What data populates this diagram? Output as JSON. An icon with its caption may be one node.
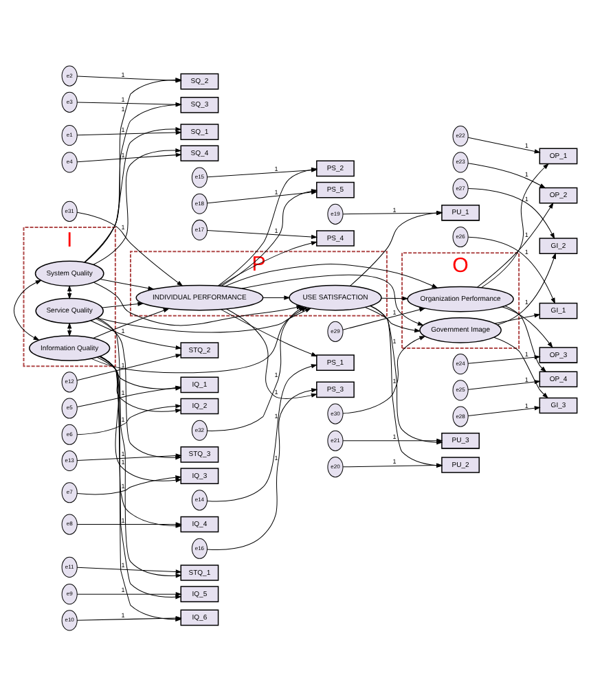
{
  "diagram": {
    "nodes": [
      {
        "text": [
          "I"
        ]
      },
      {
        "text": [
          "P"
        ]
      },
      {
        "text": [
          "O"
        ]
      },
      {
        "text": [
          "System Quality"
        ],
        "in": 0
      },
      {
        "text": [
          "Information Quality"
        ],
        "in": 0
      },
      {
        "text": [
          "Service Quality"
        ],
        "in": 0
      },
      {
        "text": [
          "INDIVIDUAL PERFORMANCE"
        ],
        "in": 1
      },
      {
        "text": [
          "USE SATISFACTION"
        ],
        "in": 1
      },
      {
        "text": [
          "Organization Performance"
        ],
        "in": 2
      },
      {
        "text": [
          "Government Image"
        ],
        "in": 2
      },
      {
        "text": [
          "SQ_1"
        ]
      },
      {
        "text": [
          "SQ_2"
        ]
      },
      {
        "text": [
          "SQ_3"
        ]
      },
      {
        "text": [
          "SQ_4"
        ]
      },
      {
        "text": [
          "IQ_1"
        ]
      },
      {
        "text": [
          "IQ_2"
        ]
      },
      {
        "text": [
          "IQ_3"
        ]
      },
      {
        "text": [
          "IQ_4"
        ]
      },
      {
        "text": [
          "IQ_5"
        ]
      },
      {
        "text": [
          "IQ_6"
        ]
      },
      {
        "text": [
          "STQ_1"
        ]
      },
      {
        "text": [
          "STQ_2"
        ]
      },
      {
        "text": [
          "STQ_3"
        ]
      },
      {
        "text": [
          "PS_1"
        ]
      },
      {
        "text": [
          "PS_2"
        ]
      },
      {
        "text": [
          "PS_3"
        ]
      },
      {
        "text": [
          "PS_4"
        ]
      },
      {
        "text": [
          "PS_5"
        ]
      },
      {
        "text": [
          "PU_1"
        ]
      },
      {
        "text": [
          "PU_2"
        ]
      },
      {
        "text": [
          "PU_3"
        ]
      },
      {
        "text": [
          "OP_1"
        ]
      },
      {
        "text": [
          "OP_2"
        ]
      },
      {
        "text": [
          "OP_3"
        ]
      },
      {
        "text": [
          "OP_4"
        ]
      },
      {
        "text": [
          "GI_1"
        ]
      },
      {
        "text": [
          "GI_2"
        ]
      },
      {
        "text": [
          "GI_3"
        ]
      },
      {
        "text": [
          "e1"
        ]
      },
      {
        "text": [
          "e2"
        ]
      },
      {
        "text": [
          "e3"
        ]
      },
      {
        "text": [
          "e4"
        ]
      },
      {
        "text": [
          "e5"
        ]
      },
      {
        "text": [
          "e6"
        ]
      },
      {
        "text": [
          "e7"
        ]
      },
      {
        "text": [
          "e8"
        ]
      },
      {
        "text": [
          "e9"
        ]
      },
      {
        "text": [
          "e10"
        ]
      },
      {
        "text": [
          "e11"
        ]
      },
      {
        "text": [
          "e12"
        ]
      },
      {
        "text": [
          "e13"
        ]
      },
      {
        "text": [
          "e14"
        ]
      },
      {
        "text": [
          "e15"
        ]
      },
      {
        "text": [
          "e16"
        ]
      },
      {
        "text": [
          "e17"
        ]
      },
      {
        "text": [
          "e18"
        ]
      },
      {
        "text": [
          "e19"
        ]
      },
      {
        "text": [
          "e20"
        ]
      },
      {
        "text": [
          "e21"
        ]
      },
      {
        "text": [
          "e22"
        ]
      },
      {
        "text": [
          "e23"
        ]
      },
      {
        "text": [
          "e24"
        ]
      },
      {
        "text": [
          "e25"
        ]
      },
      {
        "text": [
          "e26"
        ]
      },
      {
        "text": [
          "e27"
        ]
      },
      {
        "text": [
          "e28"
        ]
      },
      {
        "text": [
          "e29"
        ]
      },
      {
        "text": [
          "e30"
        ]
      },
      {
        "text": [
          "e31"
        ]
      },
      {
        "text": [
          "e32"
        ]
      }
    ],
    "edges": [
      {
        "from": 38,
        "to": 10,
        "arrow": "to",
        "label": "1"
      },
      {
        "from": 39,
        "to": 11,
        "arrow": "to",
        "label": "1"
      },
      {
        "from": 40,
        "to": 12,
        "arrow": "to",
        "label": "1"
      },
      {
        "from": 41,
        "to": 13,
        "arrow": "to",
        "label": "1"
      },
      {
        "from": 42,
        "to": 14,
        "arrow": "to",
        "label": "1"
      },
      {
        "from": 43,
        "to": 15,
        "arrow": "to",
        "label": "1"
      },
      {
        "from": 44,
        "to": 16,
        "arrow": "to",
        "label": "1"
      },
      {
        "from": 45,
        "to": 17,
        "arrow": "to",
        "label": "1"
      },
      {
        "from": 46,
        "to": 18,
        "arrow": "to",
        "label": "1"
      },
      {
        "from": 47,
        "to": 19,
        "arrow": "to",
        "label": "1"
      },
      {
        "from": 48,
        "to": 20,
        "arrow": "to",
        "label": "1"
      },
      {
        "from": 49,
        "to": 21,
        "arrow": "to",
        "label": "1"
      },
      {
        "from": 50,
        "to": 22,
        "arrow": "to",
        "label": "1"
      },
      {
        "from": 3,
        "to": 10,
        "arrow": "to"
      },
      {
        "from": 3,
        "to": 11,
        "arrow": "to",
        "label": "1"
      },
      {
        "from": 3,
        "to": 12,
        "arrow": "to"
      },
      {
        "from": 3,
        "to": 13,
        "arrow": "to"
      },
      {
        "from": 4,
        "to": 14,
        "arrow": "to"
      },
      {
        "from": 4,
        "to": 15,
        "arrow": "to"
      },
      {
        "from": 4,
        "to": 16,
        "arrow": "to",
        "label": "1"
      },
      {
        "from": 4,
        "to": 17,
        "arrow": "to"
      },
      {
        "from": 4,
        "to": 18,
        "arrow": "to"
      },
      {
        "from": 4,
        "to": 19,
        "arrow": "to"
      },
      {
        "from": 5,
        "to": 20,
        "arrow": "to"
      },
      {
        "from": 5,
        "to": 21,
        "arrow": "to",
        "label": "1"
      },
      {
        "from": 5,
        "to": 22,
        "arrow": "to"
      },
      {
        "from": 3,
        "to": 4,
        "arrow": "both"
      },
      {
        "from": 4,
        "to": 5,
        "arrow": "both"
      },
      {
        "from": 3,
        "to": 5,
        "arrow": "both"
      },
      {
        "from": 3,
        "to": 6,
        "arrow": "to"
      },
      {
        "from": 3,
        "to": 7,
        "arrow": "to"
      },
      {
        "from": 4,
        "to": 6,
        "arrow": "to"
      },
      {
        "from": 4,
        "to": 7,
        "arrow": "to"
      },
      {
        "from": 5,
        "to": 6,
        "arrow": "to"
      },
      {
        "from": 5,
        "to": 7,
        "arrow": "to"
      },
      {
        "from": 6,
        "to": 7,
        "arrow": "to"
      },
      {
        "from": 51,
        "to": 23,
        "arrow": "to",
        "label": "1"
      },
      {
        "from": 52,
        "to": 24,
        "arrow": "to",
        "label": "1"
      },
      {
        "from": 53,
        "to": 25,
        "arrow": "to",
        "label": "1"
      },
      {
        "from": 54,
        "to": 26,
        "arrow": "to",
        "label": "1"
      },
      {
        "from": 55,
        "to": 27,
        "arrow": "to",
        "label": "1"
      },
      {
        "from": 6,
        "to": 23,
        "arrow": "to"
      },
      {
        "from": 6,
        "to": 24,
        "arrow": "to"
      },
      {
        "from": 6,
        "to": 25,
        "arrow": "to",
        "label": "1"
      },
      {
        "from": 6,
        "to": 26,
        "arrow": "to"
      },
      {
        "from": 6,
        "to": 27,
        "arrow": "to"
      },
      {
        "from": 68,
        "to": 6,
        "arrow": "to",
        "label": "1"
      },
      {
        "from": 69,
        "to": 7,
        "arrow": "to",
        "label": "1"
      },
      {
        "from": 7,
        "to": 28,
        "arrow": "to"
      },
      {
        "from": 7,
        "to": 29,
        "arrow": "to"
      },
      {
        "from": 7,
        "to": 30,
        "arrow": "to",
        "label": "1"
      },
      {
        "from": 56,
        "to": 28,
        "arrow": "to",
        "label": "1"
      },
      {
        "from": 57,
        "to": 29,
        "arrow": "to",
        "label": "1"
      },
      {
        "from": 58,
        "to": 30,
        "arrow": "to",
        "label": "1"
      },
      {
        "from": 6,
        "to": 8,
        "arrow": "to"
      },
      {
        "from": 6,
        "to": 9,
        "arrow": "to"
      },
      {
        "from": 7,
        "to": 8,
        "arrow": "to"
      },
      {
        "from": 7,
        "to": 9,
        "arrow": "to"
      },
      {
        "from": 66,
        "to": 8,
        "arrow": "to",
        "label": "1"
      },
      {
        "from": 67,
        "to": 9,
        "arrow": "to",
        "label": "1"
      },
      {
        "from": 8,
        "to": 31,
        "arrow": "to"
      },
      {
        "from": 8,
        "to": 32,
        "arrow": "to",
        "label": "1"
      },
      {
        "from": 8,
        "to": 33,
        "arrow": "to"
      },
      {
        "from": 8,
        "to": 34,
        "arrow": "to"
      },
      {
        "from": 9,
        "to": 35,
        "arrow": "to"
      },
      {
        "from": 9,
        "to": 36,
        "arrow": "to",
        "label": "1"
      },
      {
        "from": 9,
        "to": 37,
        "arrow": "to"
      },
      {
        "from": 59,
        "to": 31,
        "arrow": "to",
        "label": "1"
      },
      {
        "from": 60,
        "to": 32,
        "arrow": "to",
        "label": "1"
      },
      {
        "from": 61,
        "to": 33,
        "arrow": "to",
        "label": "1"
      },
      {
        "from": 62,
        "to": 34,
        "arrow": "to",
        "label": "1"
      },
      {
        "from": 63,
        "to": 35,
        "arrow": "to",
        "label": "1"
      },
      {
        "from": 64,
        "to": 36,
        "arrow": "to",
        "label": "1"
      },
      {
        "from": 65,
        "to": 37,
        "arrow": "to",
        "label": "1"
      }
    ]
  }
}
